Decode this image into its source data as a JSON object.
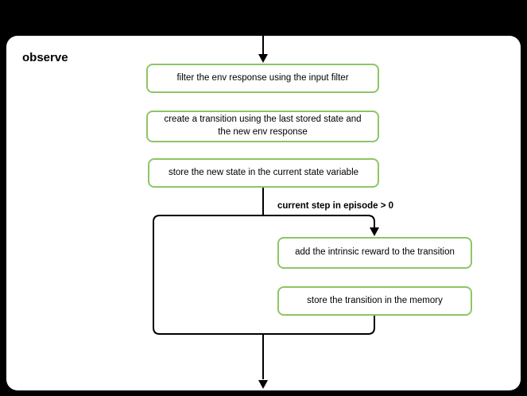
{
  "panel": {
    "title": "observe"
  },
  "nodes": {
    "filter": {
      "label": "filter the env response using the input filter"
    },
    "create_transition": {
      "label": "create a transition using the last stored state and the new env response"
    },
    "store_state": {
      "label": "store the new state in the current state variable"
    },
    "add_reward": {
      "label": "add the intrinsic reward to the transition"
    },
    "store_transition": {
      "label": "store the transition in the memory"
    }
  },
  "condition": {
    "label": "current step in episode > 0"
  },
  "colors": {
    "background": "#000000",
    "panel_bg": "#ffffff",
    "node_bg": "#ffffff",
    "node_border": "#8cc665",
    "connector": "#000000",
    "text": "#000000"
  }
}
